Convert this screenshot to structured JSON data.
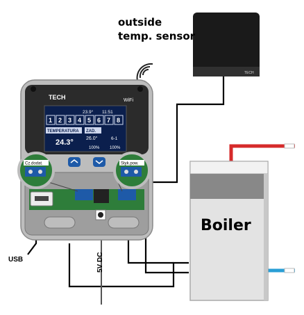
{
  "labels": {
    "sensor_line1": "outside",
    "sensor_line2": "temp. sensor",
    "boiler": "Boiler",
    "usb": "USB",
    "power": "5V DC"
  },
  "controller": {
    "brand": "TECH",
    "wifi": "WiFi",
    "temperature_outside": "23.9°",
    "clock": "11:51",
    "zones": [
      "1",
      "2",
      "3",
      "4",
      "5",
      "6",
      "7",
      "8"
    ],
    "temperature_label": "TEMPERATURA",
    "set_label": "ZAD.",
    "current_temp": "24.3°",
    "set_temp": "26.0°",
    "zone_range": "6-1",
    "percent_left": "100%",
    "percent_right": "100%",
    "connector_left": "Cz.dodat.",
    "connector_right": "Styk.pow."
  },
  "sensor": {
    "brand": "TECH"
  },
  "colors": {
    "hot_pipe": "#d62a2a",
    "cold_pipe": "#2a9fd6",
    "screen": "#0b1f4d",
    "housing": "#c9c9c9",
    "board": "#2e7d3a"
  }
}
